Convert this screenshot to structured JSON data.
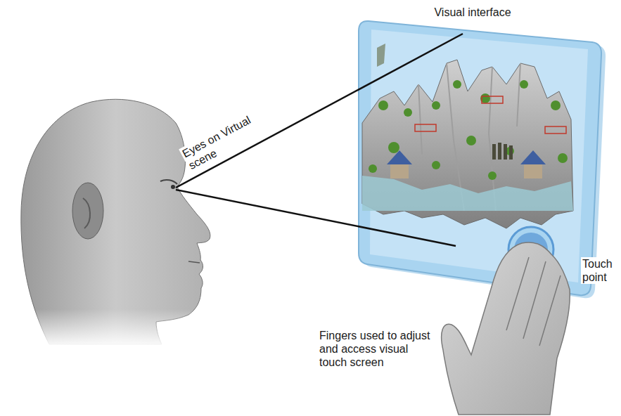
{
  "diagram": {
    "labels": [
      "Visual interface",
      "Eyes on Virtual scene",
      "Touch point",
      "Fingers used to adjust and access visual touch screen"
    ]
  }
}
